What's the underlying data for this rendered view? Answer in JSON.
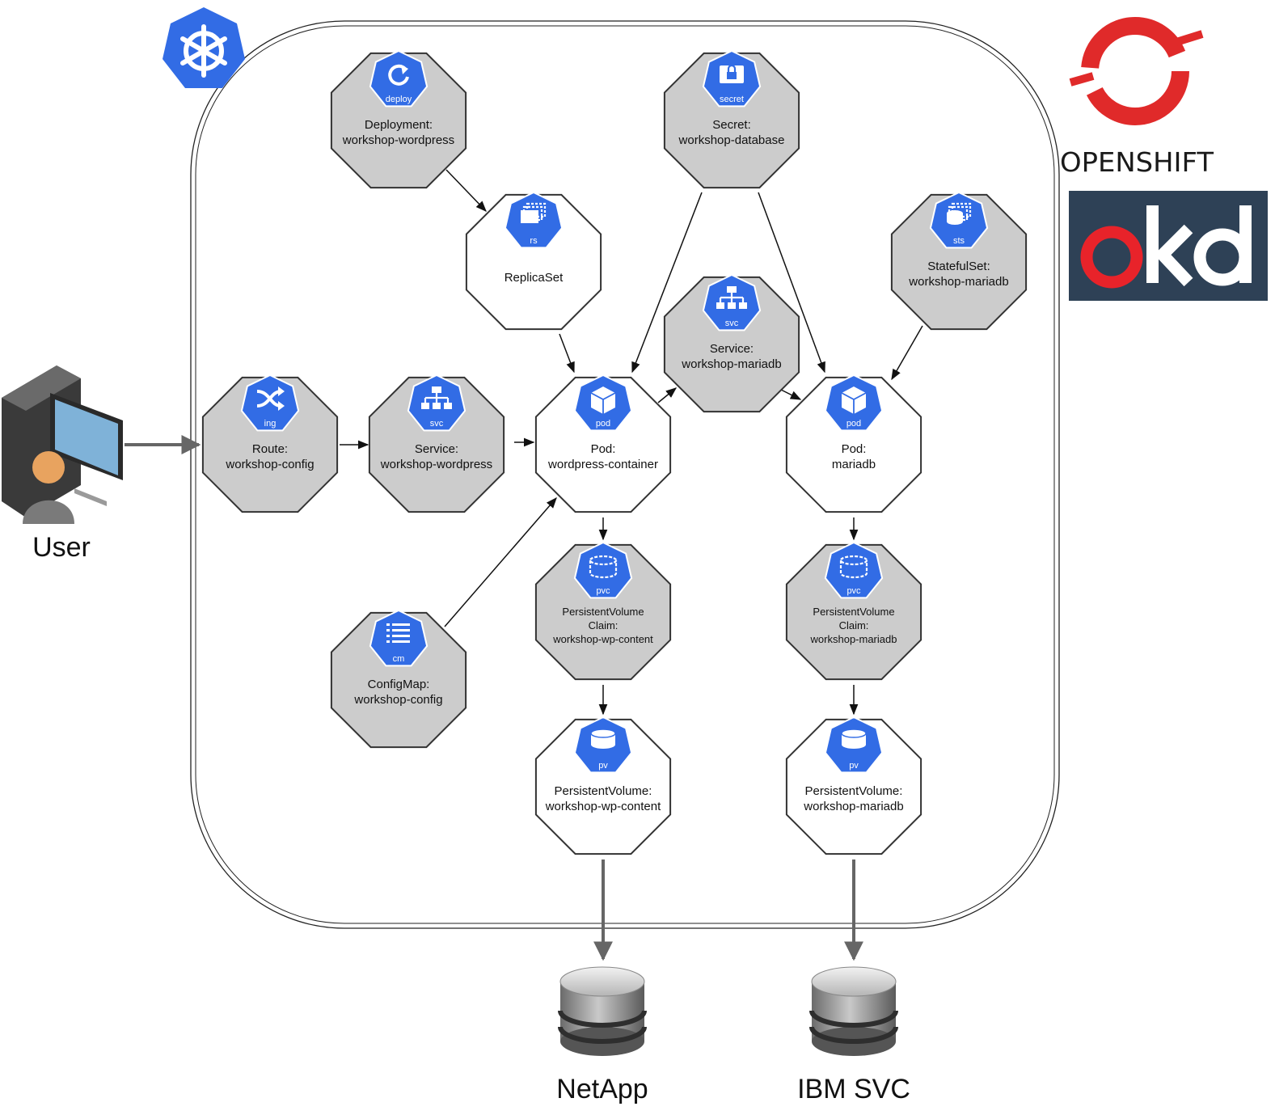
{
  "colors": {
    "k8s_blue": "#326ce5",
    "node_gray": "#cccccc",
    "node_white": "#ffffff",
    "openshift_red": "#e02a2a",
    "okd_bg": "#2e4156",
    "okd_red": "#e8232a"
  },
  "nodes": [
    {
      "id": "deployment",
      "badge": "deploy",
      "icon": "rotate-arrow-icon",
      "lines": [
        "Deployment:",
        "workshop-wordpress"
      ],
      "fill": "gray"
    },
    {
      "id": "secret",
      "badge": "secret",
      "icon": "lock-card-icon",
      "lines": [
        "Secret:",
        "workshop-database"
      ],
      "fill": "gray"
    },
    {
      "id": "replicaset",
      "badge": "rs",
      "icon": "stacked-windows-icon",
      "lines": [
        "ReplicaSet"
      ],
      "fill": "white"
    },
    {
      "id": "statefulset",
      "badge": "sts",
      "icon": "stacked-disks-icon",
      "lines": [
        "StatefulSet:",
        "workshop-mariadb"
      ],
      "fill": "gray"
    },
    {
      "id": "service-mariadb",
      "badge": "svc",
      "icon": "network-tree-icon",
      "lines": [
        "Service:",
        "workshop-mariadb"
      ],
      "fill": "gray"
    },
    {
      "id": "route",
      "badge": "ing",
      "icon": "shuffle-arrows-icon",
      "lines": [
        "Route:",
        "workshop-config"
      ],
      "fill": "gray"
    },
    {
      "id": "service-wordpress",
      "badge": "svc",
      "icon": "network-tree-icon",
      "lines": [
        "Service:",
        "workshop-wordpress"
      ],
      "fill": "gray"
    },
    {
      "id": "pod-wordpress",
      "badge": "pod",
      "icon": "cube-icon",
      "lines": [
        "Pod:",
        "wordpress-container"
      ],
      "fill": "white"
    },
    {
      "id": "pod-mariadb",
      "badge": "pod",
      "icon": "cube-icon",
      "lines": [
        "Pod:",
        "mariadb"
      ],
      "fill": "white"
    },
    {
      "id": "pvc-wp",
      "badge": "pvc",
      "icon": "dashed-disk-icon",
      "lines": [
        "PersistentVolume",
        "Claim:",
        "workshop-wp-content"
      ],
      "fill": "gray"
    },
    {
      "id": "pvc-mariadb",
      "badge": "pvc",
      "icon": "dashed-disk-icon",
      "lines": [
        "PersistentVolume",
        "Claim:",
        "workshop-mariadb"
      ],
      "fill": "gray"
    },
    {
      "id": "configmap",
      "badge": "cm",
      "icon": "list-icon",
      "lines": [
        "ConfigMap:",
        "workshop-config"
      ],
      "fill": "gray"
    },
    {
      "id": "pv-wp",
      "badge": "pv",
      "icon": "cylinder-icon",
      "lines": [
        "PersistentVolume:",
        "workshop-wp-content"
      ],
      "fill": "white"
    },
    {
      "id": "pv-mariadb",
      "badge": "pv",
      "icon": "cylinder-icon",
      "lines": [
        "PersistentVolume:",
        "workshop-mariadb"
      ],
      "fill": "white"
    }
  ],
  "edges": [
    {
      "from": "deployment",
      "to": "replicaset"
    },
    {
      "from": "replicaset",
      "to": "pod-wordpress"
    },
    {
      "from": "secret",
      "to": "pod-wordpress"
    },
    {
      "from": "secret",
      "to": "pod-mariadb"
    },
    {
      "from": "statefulset",
      "to": "pod-mariadb"
    },
    {
      "from": "user",
      "to": "route"
    },
    {
      "from": "route",
      "to": "service-wordpress"
    },
    {
      "from": "service-wordpress",
      "to": "pod-wordpress"
    },
    {
      "from": "pod-wordpress",
      "to": "service-mariadb"
    },
    {
      "from": "service-mariadb",
      "to": "pod-mariadb"
    },
    {
      "from": "configmap",
      "to": "pod-wordpress"
    },
    {
      "from": "pod-wordpress",
      "to": "pvc-wp"
    },
    {
      "from": "pod-mariadb",
      "to": "pvc-mariadb"
    },
    {
      "from": "pvc-wp",
      "to": "pv-wp"
    },
    {
      "from": "pvc-mariadb",
      "to": "pv-mariadb"
    },
    {
      "from": "pv-wp",
      "to": "netapp"
    },
    {
      "from": "pv-mariadb",
      "to": "ibm-svc"
    }
  ],
  "actors": {
    "user": "User",
    "netapp": "NetApp",
    "ibm_svc": "IBM SVC"
  },
  "logos": {
    "openshift_text": "OPENSHIFT",
    "okd_text": "okd",
    "kubernetes_icon": "helm-wheel-icon"
  }
}
